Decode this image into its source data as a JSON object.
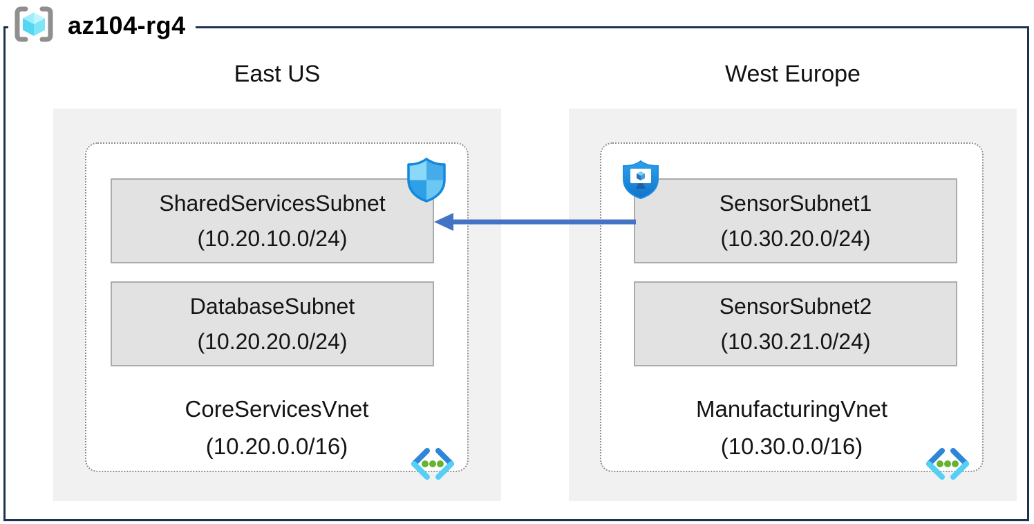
{
  "resource_group": {
    "title": "az104-rg4"
  },
  "regions": [
    {
      "name": "East US",
      "vnet": {
        "name": "CoreServicesVnet",
        "cidr": "(10.20.0.0/16)",
        "subnets": [
          {
            "name": "SharedServicesSubnet",
            "cidr": "(10.20.10.0/24)",
            "icon": "nsg-shield-icon"
          },
          {
            "name": "DatabaseSubnet",
            "cidr": "(10.20.20.0/24)",
            "icon": null
          }
        ]
      }
    },
    {
      "name": "West Europe",
      "vnet": {
        "name": "ManufacturingVnet",
        "cidr": "(10.30.0.0/16)",
        "subnets": [
          {
            "name": "SensorSubnet1",
            "cidr": "(10.30.20.0/24)",
            "icon": "asg-shield-icon"
          },
          {
            "name": "SensorSubnet2",
            "cidr": "(10.30.21.0/24)",
            "icon": null
          }
        ]
      }
    }
  ],
  "connection": {
    "from": "SensorSubnet1",
    "to": "SharedServicesSubnet",
    "direction": "right-to-left"
  },
  "colors": {
    "frame_border": "#1f3150",
    "arrow": "#4472c4",
    "region_fill": "#f1f1f1",
    "subnet_fill": "#e2e2e2",
    "subnet_border": "#ababab",
    "vnet_dotted_border": "#8c8c8c",
    "azure_blue": "#1b8de2",
    "azure_cyan": "#55d4f1",
    "vnet_icon_green": "#67b32e"
  }
}
